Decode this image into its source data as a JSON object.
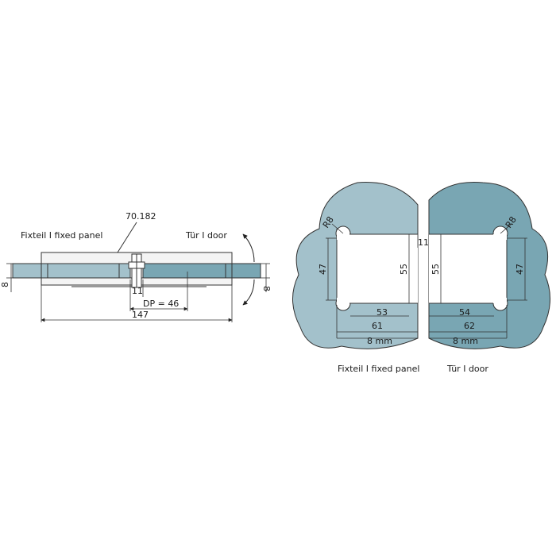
{
  "colors": {
    "fixed_panel": "#a3c1cb",
    "door": "#79a6b3",
    "outline": "#333333"
  },
  "side_view": {
    "part_number": "70.182",
    "label_fixed": "Fixteil I fixed panel",
    "label_door": "Tür I door",
    "dim_glass_left": "8",
    "dim_glass_right": "8",
    "dim_gap": "11",
    "dim_dp": "DP = 46",
    "dim_total": "147"
  },
  "cutouts": {
    "fixed": {
      "radius": "R8",
      "height_47": "47",
      "height_55": "55",
      "width_53": "53",
      "width_61": "61",
      "thickness": "8 mm",
      "caption": "Fixteil I fixed panel"
    },
    "gap": "11",
    "door": {
      "radius": "R8",
      "height_47": "47",
      "height_55": "55",
      "width_54": "54",
      "width_62": "62",
      "thickness": "8 mm",
      "caption": "Tür I door"
    }
  }
}
